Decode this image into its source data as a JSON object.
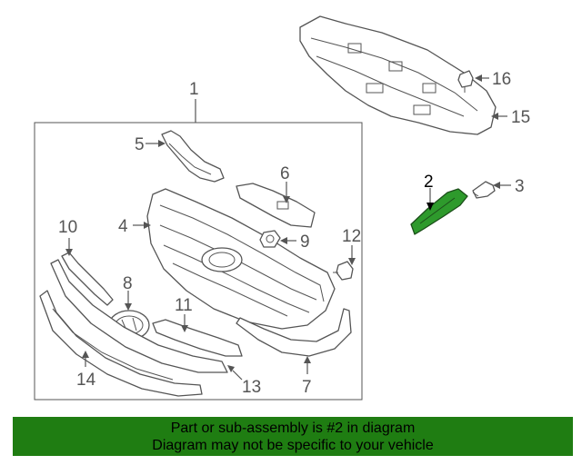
{
  "diagram": {
    "callouts": {
      "c1": "1",
      "c2": "2",
      "c3": "3",
      "c4": "4",
      "c5": "5",
      "c6": "6",
      "c7": "7",
      "c8": "8",
      "c9": "9",
      "c10": "10",
      "c11": "11",
      "c12": "12",
      "c13": "13",
      "c14": "14",
      "c15": "15",
      "c16": "16"
    },
    "highlighted_part": "2",
    "colors": {
      "highlight": "#2e9a2c",
      "line": "#555555",
      "footer_bg": "#1f7d12"
    }
  },
  "footer": {
    "line1": "Part or sub-assembly is #2 in diagram",
    "line2": "Diagram may not be specific to your vehicle"
  }
}
